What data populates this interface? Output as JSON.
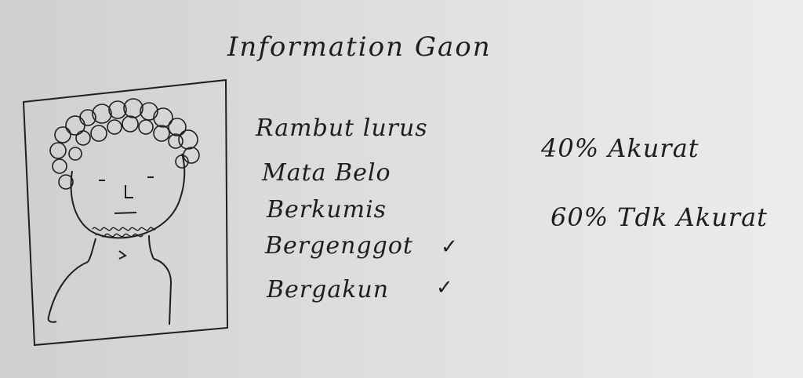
{
  "title": "Information Gaon",
  "attributes": [
    {
      "label": "Rambut lurus",
      "checked": false
    },
    {
      "label": "Mata Belo",
      "checked": false
    },
    {
      "label": "Berkumis",
      "checked": false
    },
    {
      "label": "Bergenggot",
      "checked": true
    },
    {
      "label": "Bergakun",
      "checked": true
    }
  ],
  "check_mark": "✓",
  "accuracy": "40% Akurat",
  "inaccuracy": "60% Tdk Akurat"
}
